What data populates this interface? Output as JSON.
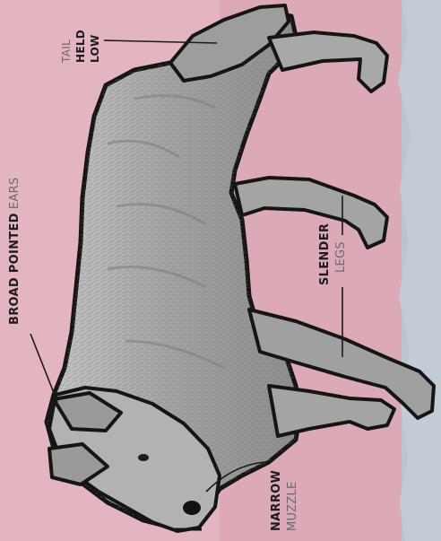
{
  "diagram": {
    "subject": "coyote",
    "orientation": "rotated-90-ccw",
    "background_colors": {
      "pink": "#dcaab7",
      "light_pink": "#e7bdc6",
      "blue_strip": "#bcc5cf",
      "outline": "#151515",
      "fur": "#a6a6a6"
    },
    "labels": {
      "tail": {
        "line1": "TAIL",
        "line2": "HELD",
        "line3": "LOW"
      },
      "ears": {
        "bold": "BROAD POINTED",
        "light": "EARS"
      },
      "legs": {
        "bold": "SLENDER",
        "light": "LEGS"
      },
      "muzzle": {
        "bold": "NARROW",
        "light": "MUZZLE"
      }
    }
  }
}
